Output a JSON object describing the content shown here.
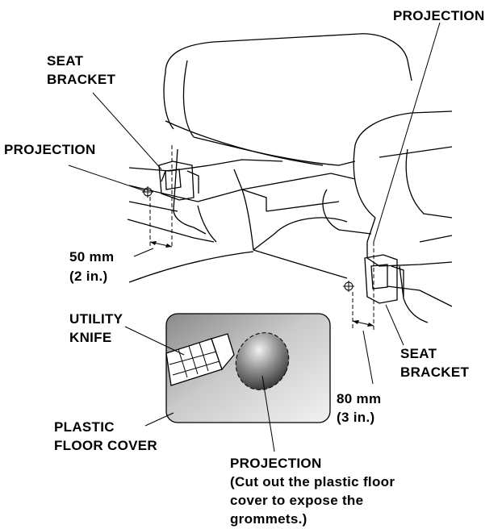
{
  "labels": {
    "projection_top": "PROJECTION",
    "seat_bracket_left_1": "SEAT",
    "seat_bracket_left_2": "BRACKET",
    "projection_left": "PROJECTION",
    "dim_left_1": "50 mm",
    "dim_left_2": "(2 in.)",
    "utility_knife_1": "UTILITY",
    "utility_knife_2": "KNIFE",
    "seat_bracket_right_1": "SEAT",
    "seat_bracket_right_2": "BRACKET",
    "dim_right_1": "80 mm",
    "dim_right_2": "(3 in.)",
    "plastic_floor_cover_1": "PLASTIC",
    "plastic_floor_cover_2": "FLOOR COVER",
    "projection_bottom_1": "PROJECTION",
    "projection_bottom_2": "(Cut out the plastic floor",
    "projection_bottom_3": "cover to expose the",
    "projection_bottom_4": "grommets.)"
  }
}
